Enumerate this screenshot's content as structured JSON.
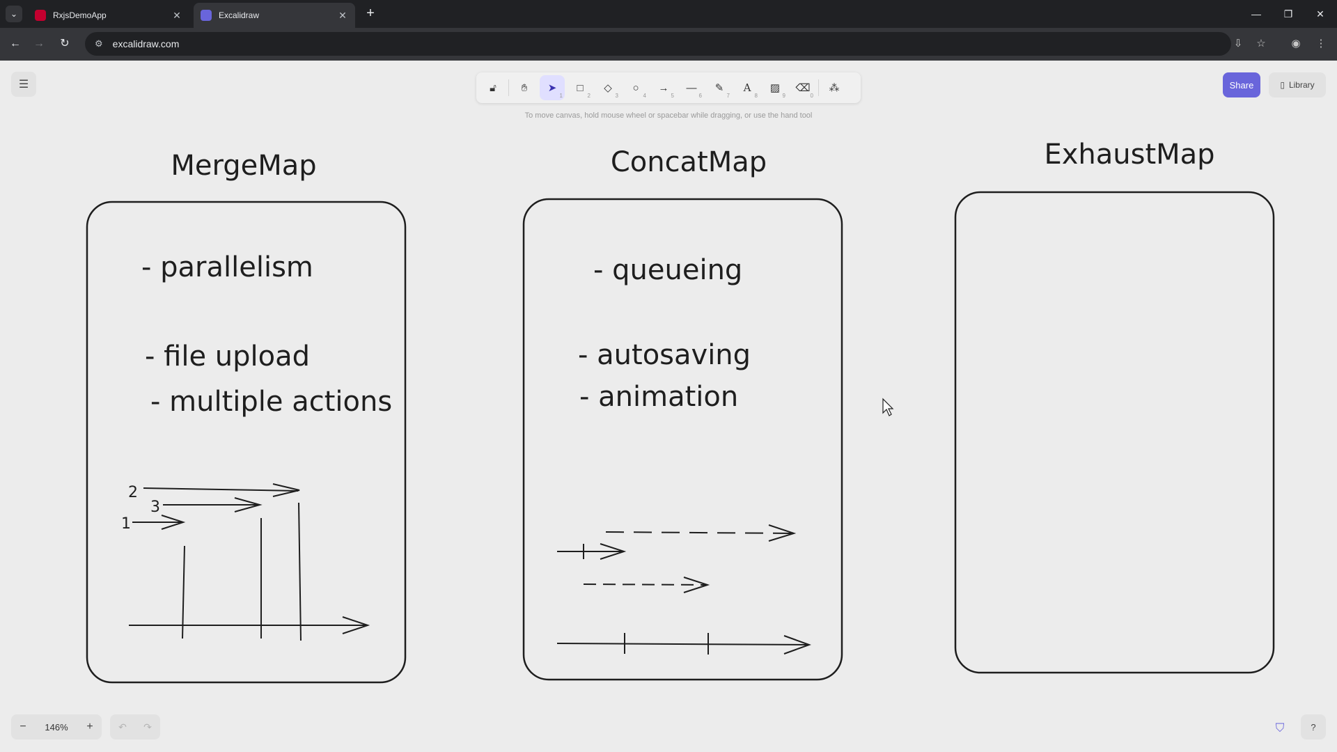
{
  "browser": {
    "tabs": [
      {
        "title": "RxjsDemoApp",
        "favicon_color": "#c3002f",
        "active": false
      },
      {
        "title": "Excalidraw",
        "favicon_color": "#6965db",
        "active": true
      }
    ],
    "url": "excalidraw.com"
  },
  "toolbar": {
    "tools": [
      {
        "name": "lock",
        "icon": "lock-icon",
        "key": ""
      },
      {
        "name": "hand",
        "icon": "hand-icon",
        "key": ""
      },
      {
        "name": "selection",
        "icon": "pointer-icon",
        "key": "1"
      },
      {
        "name": "rectangle",
        "icon": "square-icon",
        "key": "2"
      },
      {
        "name": "diamond",
        "icon": "diamond-icon",
        "key": "3"
      },
      {
        "name": "ellipse",
        "icon": "circle-icon",
        "key": "4"
      },
      {
        "name": "arrow",
        "icon": "arrow-icon",
        "key": "5"
      },
      {
        "name": "line",
        "icon": "line-icon",
        "key": "6"
      },
      {
        "name": "draw",
        "icon": "pencil-icon",
        "key": "7"
      },
      {
        "name": "text",
        "icon": "text-icon",
        "key": "8"
      },
      {
        "name": "image",
        "icon": "image-icon",
        "key": "9"
      },
      {
        "name": "eraser",
        "icon": "eraser-icon",
        "key": "0"
      },
      {
        "name": "more-tools",
        "icon": "shapes-icon",
        "key": ""
      }
    ],
    "hint": "To move canvas, hold mouse wheel or spacebar while dragging, or use the hand tool"
  },
  "header": {
    "share_label": "Share",
    "library_label": "Library"
  },
  "footer": {
    "zoom_value": "146%",
    "zoom_out": "−",
    "zoom_in": "+"
  },
  "drawing": {
    "merge": {
      "title": "MergeMap",
      "items": [
        "- parallelism",
        "- file upload",
        "- multiple actions"
      ],
      "numbers": [
        "2",
        "3",
        "1"
      ]
    },
    "concat": {
      "title": "ConcatMap",
      "items": [
        "- queueing",
        "- autosaving",
        "- animation"
      ]
    },
    "exhaust": {
      "title": "ExhaustMap"
    }
  },
  "colors": {
    "accent": "#6965db",
    "stroke": "#1e1e1e",
    "canvas": "#ececec"
  }
}
